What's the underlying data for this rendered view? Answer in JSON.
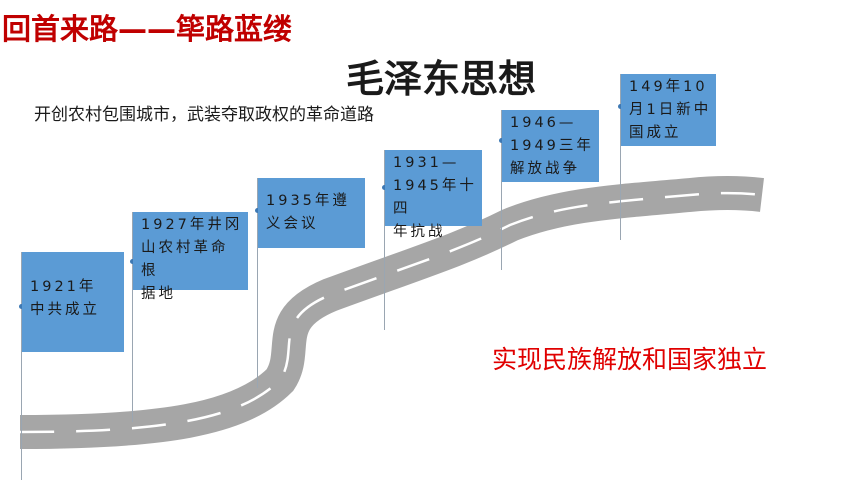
{
  "header": {
    "heading": "回首来路——筚路蓝缕",
    "subject": "毛泽东思想",
    "path": "开创农村包围城市，武装夺取政权的革命道路"
  },
  "milestones": [
    {
      "text": "1921年\n中共成立"
    },
    {
      "text": "1927年井冈\n山农村革命根\n据地"
    },
    {
      "text": "1935年遵\n义会议"
    },
    {
      "text": "1931—\n1945年十四\n年抗战"
    },
    {
      "text": "1946—\n1949三年\n解放战争"
    },
    {
      "text": "149年10\n月1日新中\n国成立"
    }
  ],
  "goal": "实现民族解放和国家独立",
  "colors": {
    "heading": "#c00000",
    "goal": "#e00000",
    "milestone_box": "#5b9bd5",
    "road": "#a6a6a6"
  }
}
